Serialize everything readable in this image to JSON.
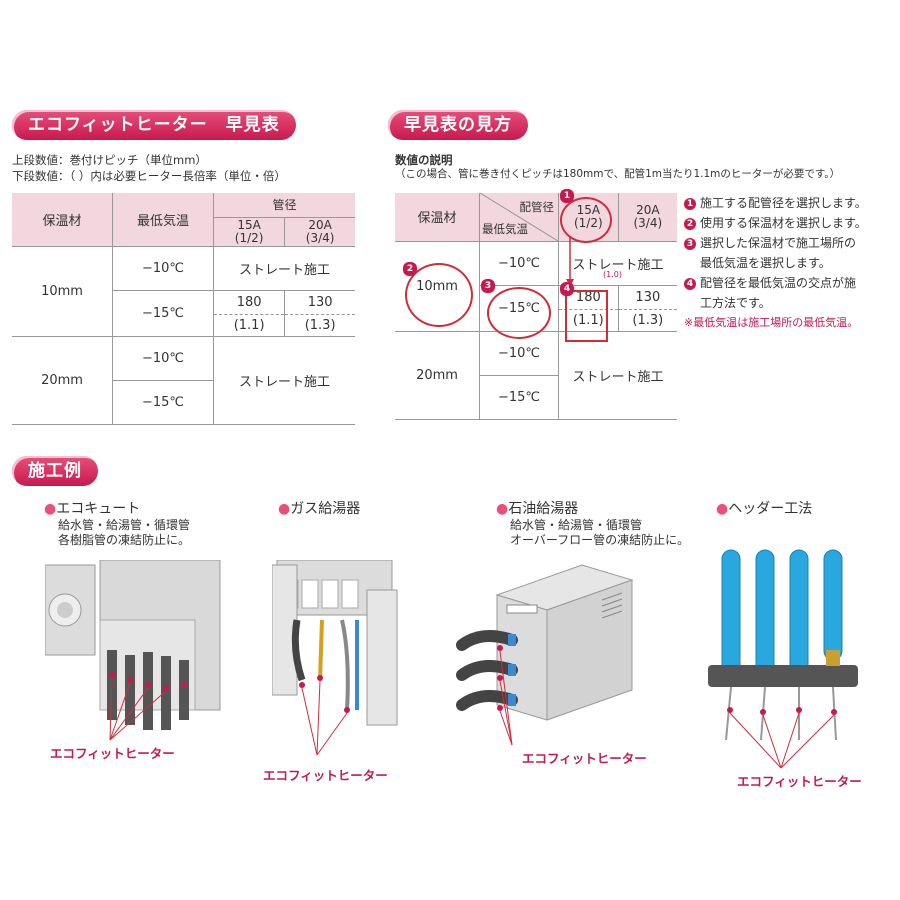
{
  "left_table": {
    "title": "エコフィットヒーター　早見表",
    "note_line1": "上段数値：巻付けピッチ（単位mm）",
    "note_line2": "下段数値：（ ）内は必要ヒーター長倍率（単位・倍）",
    "header": {
      "insulation": "保温材",
      "min_temp": "最低気温",
      "pipe": "管径",
      "col1_a": "15A",
      "col1_b": "(1/2)",
      "col2_a": "20A",
      "col2_b": "(3/4)"
    },
    "rows": {
      "ins1": "10mm",
      "ins2": "20mm",
      "t1": "−10℃",
      "t2": "−15℃",
      "t3": "−10℃",
      "t4": "−15℃",
      "straight1": "ストレート施工",
      "straight2": "ストレート施工",
      "v15": "180",
      "v20": "130",
      "v15b": "(1.1)",
      "v20b": "(1.3)"
    }
  },
  "right_table": {
    "title": "早見表の見方",
    "desc_title": "数値の説明",
    "desc": "（この場合、管に巻き付くピッチは180mmで、配管1m当たり1.1mのヒーターが必要です。）",
    "header": {
      "insulation": "保温材",
      "pipe_dia": "配管径",
      "min_temp": "最低気温",
      "col1_a": "15A",
      "col1_b": "(1/2)",
      "col2_a": "20A",
      "col2_b": "(3/4)"
    },
    "rows": {
      "ins1": "10mm",
      "ins2": "20mm",
      "t1": "−10℃",
      "t2": "−15℃",
      "t3": "−10℃",
      "t4": "−15℃",
      "straight1": "ストレート施工",
      "straight1_sub": "(1.0)",
      "straight2": "ストレート施工",
      "v15": "180",
      "v20": "130",
      "v15b": "(1.1)",
      "v20b": "(1.3)"
    },
    "markers": {
      "m1": "1",
      "m2": "2",
      "m3": "3",
      "m4": "4"
    },
    "steps": [
      "施工する配管径を選択します。",
      "使用する保温材を選択します。",
      "選択した保温材で施工場所の",
      "最低気温を選択します。",
      "配管径を最低気温の交点が施",
      "工方法です。"
    ],
    "step_nums": [
      "1",
      "2",
      "3",
      "4"
    ],
    "warning": "※最低気温は施工場所の最低気温。"
  },
  "examples": {
    "title": "施工例",
    "items": [
      {
        "name": "エコキュート",
        "sub1": "給水管・給湯管・循環管",
        "sub2": "各樹脂管の凍結防止に。",
        "label": "エコフィットヒーター"
      },
      {
        "name": "ガス給湯器",
        "label": "エコフィットヒーター"
      },
      {
        "name": "石油給湯器",
        "sub1": "給水管・給湯管・循環管",
        "sub2": "オーバーフロー管の凍結防止に。",
        "label": "エコフィットヒーター"
      },
      {
        "name": "ヘッダー工法",
        "label": "エコフィットヒーター"
      }
    ]
  },
  "colors": {
    "accent": "#c8194f",
    "header_bg": "#f2d8de",
    "circle": "#d32b3a",
    "pipe_blue": "#29a8e0"
  }
}
